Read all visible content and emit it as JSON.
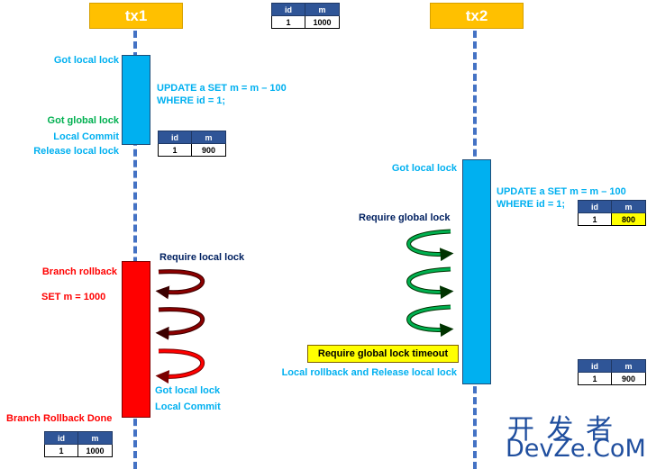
{
  "headers": {
    "tx1": "tx1",
    "tx2": "tx2"
  },
  "tables": {
    "col_id": "id",
    "col_m": "m",
    "initial": {
      "id": "1",
      "m": "1000"
    },
    "tx1_after_update": {
      "id": "1",
      "m": "900"
    },
    "tx2_after_update": {
      "id": "1",
      "m": "800"
    },
    "tx2_after_rollback": {
      "id": "1",
      "m": "900"
    },
    "tx1_after_rollback": {
      "id": "1",
      "m": "1000"
    }
  },
  "tx1": {
    "got_local_lock": "Got local lock",
    "update_line1": "UPDATE a SET m = m – 100",
    "update_line2": "WHERE id = 1;",
    "got_global_lock": "Got global lock",
    "local_commit": "Local Commit",
    "release_local_lock": "Release local lock",
    "branch_rollback": "Branch rollback",
    "set_m": "SET m = 1000",
    "require_local_lock": "Require local lock",
    "got_local_lock_2": "Got local lock",
    "local_commit_2": "Local Commit",
    "branch_rollback_done": "Branch Rollback Done"
  },
  "tx2": {
    "got_local_lock": "Got local lock",
    "update_line1": "UPDATE a SET m = m – 100",
    "update_line2": "WHERE id = 1;",
    "require_global_lock": "Require global lock",
    "timeout": "Require global lock timeout",
    "rollback_release": "Local rollback and Release local lock"
  },
  "watermark": {
    "line1": "开 发 者",
    "line2": "DevZe.CoM"
  },
  "colors": {
    "header": "#FFC000",
    "lifeline": "#4472C4",
    "bar_blue": "#00B0F0",
    "bar_red": "#FF0000",
    "arrow_dark_red": "#5B0000",
    "arrow_red": "#FF0000",
    "arrow_green": "#00B050",
    "text_blue": "#00B0F0",
    "text_green": "#00B050",
    "text_red": "#FF0000",
    "text_navy": "#002060",
    "table_header": "#2F5597",
    "highlight": "#FFFF00"
  }
}
